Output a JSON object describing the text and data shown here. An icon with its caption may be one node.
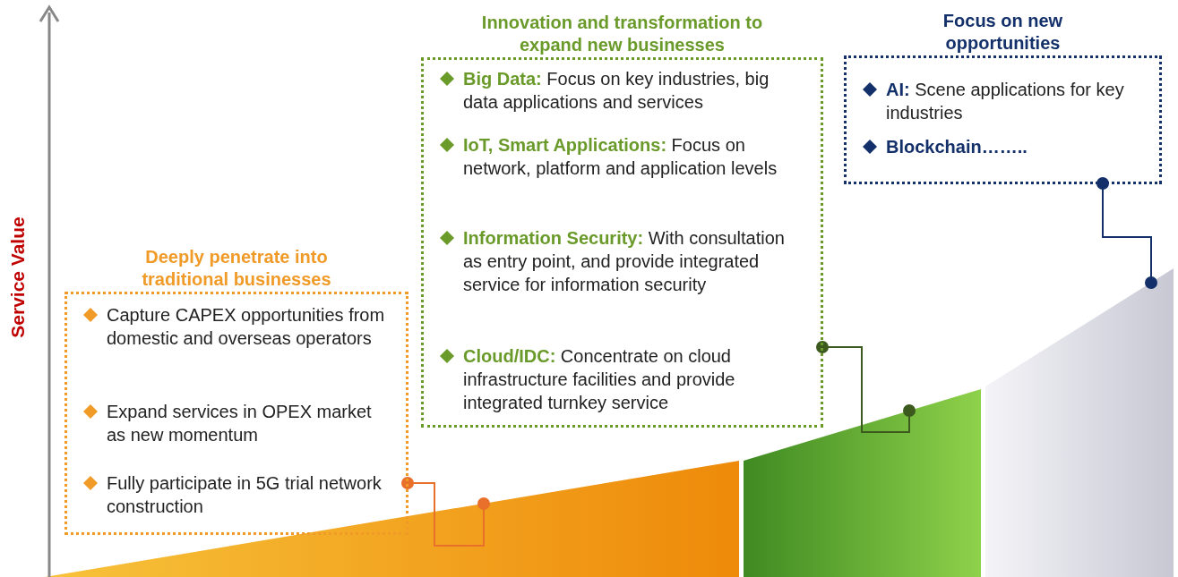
{
  "diagram": {
    "nodes": [
      {
        "text": [
          "Deeply penetrate into traditional businesses",
          "Capture CAPEX opportunities from domestic and overseas operators",
          "Expand services in OPEX market as new momentum",
          "Fully participate in 5G trial network construction"
        ]
      },
      {
        "text": [
          "Innovation and transformation to expand new businesses",
          "**Big Data:** Focus on key industries, big data applications and services",
          "**IoT, Smart Applications:** Focus on network, platform and application levels",
          "**Information Security:** With consultation as entry point, and provide integrated service for information security",
          "**Cloud/IDC:** Concentrate on cloud infrastructure facilities and provide integrated turnkey service"
        ]
      },
      {
        "text": [
          "Focus on new opportunities",
          "**AI:** Scene applications for key industries",
          "Blockchain…….."
        ]
      },
      {
        "text": [],
        "shape": "bar"
      },
      {
        "text": [],
        "shape": "bar"
      },
      {
        "text": [],
        "shape": "bar"
      }
    ],
    "edges": [
      {
        "from": 0,
        "to": 3,
        "arrow": "other",
        "color": "#e8702a"
      },
      {
        "from": 1,
        "to": 4,
        "arrow": "other",
        "color": "#3d5a1e"
      },
      {
        "from": 2,
        "to": 5,
        "arrow": "other",
        "color": "#13306a"
      }
    ],
    "labels": [
      "Service Value"
    ]
  }
}
